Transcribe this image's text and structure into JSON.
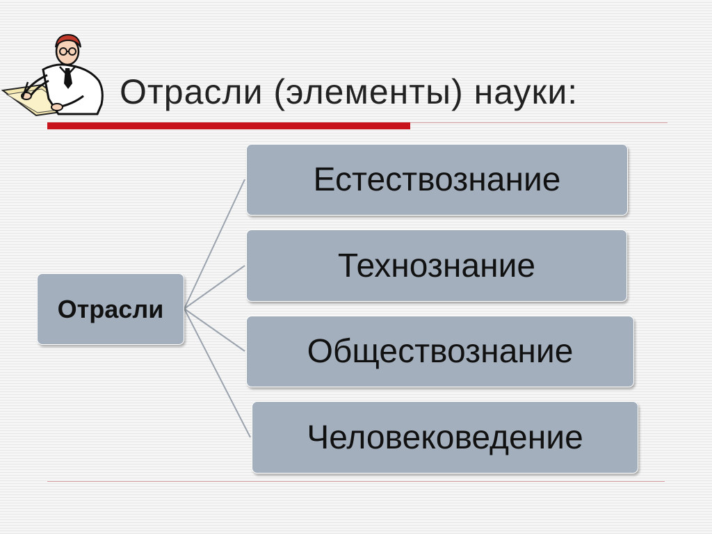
{
  "slide": {
    "title": "Отрасли (элементы) науки:"
  },
  "diagram": {
    "root": "Отрасли",
    "children": [
      "Естествознание",
      "Технознание",
      "Обществознание",
      "Человековедение"
    ]
  },
  "colors": {
    "box_fill": "#a3afbd",
    "accent_rule": "#c8141c",
    "connector": "#9aa3ad"
  },
  "icons": {
    "clipart": "scientist-writing-icon"
  }
}
